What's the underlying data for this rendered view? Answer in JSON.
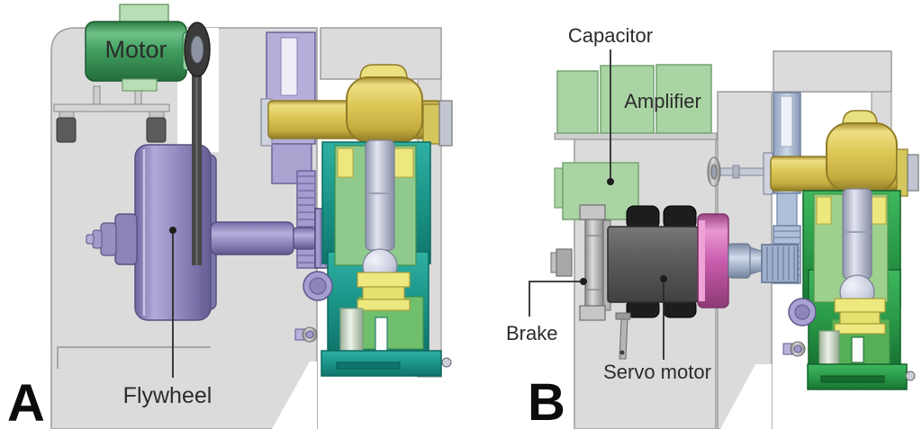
{
  "figure": {
    "type": "technical-comparison-diagram",
    "panel_a": {
      "letter": "A",
      "labels": {
        "motor": "Motor",
        "flywheel": "Flywheel"
      }
    },
    "panel_b": {
      "letter": "B",
      "labels": {
        "capacitor": "Capacitor",
        "amplifier": "Amplifier",
        "brake": "Brake",
        "servo_motor": "Servo motor"
      }
    },
    "colors": {
      "background": "#ffffff",
      "frame_gray": "#dbdbdb",
      "frame_outline": "#9c9c9c",
      "motor_green": "#3f9e5e",
      "electronics_green": "#aad4a4",
      "flywheel_purple": "#938cc0",
      "gear_purple": "#b4aed9",
      "crankshaft_yellow": "#dcc554",
      "press_teal_a": "#1b9488",
      "press_green_b": "#2a9b48",
      "servo_motor_gray": "#5d5d5d",
      "brake_silver": "#bdbdbd",
      "flange_pink": "#cb5cae",
      "gear_blue_b": "#b3c2da",
      "label_text": "#2b2b2b"
    }
  }
}
